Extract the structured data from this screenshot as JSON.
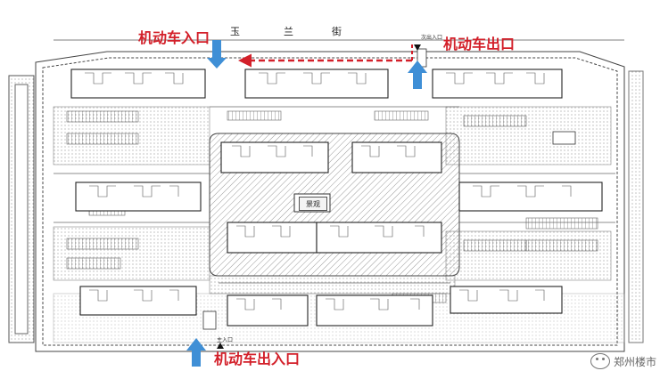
{
  "labels": {
    "entry_top": "机动车入口",
    "exit_top": "机动车出口",
    "entry_exit_bottom": "机动车出入口",
    "street_1": "玉",
    "street_2": "兰",
    "street_3": "街",
    "center_tag": "景观",
    "small_entry": "主入口",
    "small_exit": "次出入口"
  },
  "watermark": {
    "text": "郑州楼市"
  },
  "colors": {
    "accent_red": "#d3202a",
    "arrow_blue": "#3f8fd6",
    "line": "#555555",
    "hatch": "#bbbbbb"
  }
}
